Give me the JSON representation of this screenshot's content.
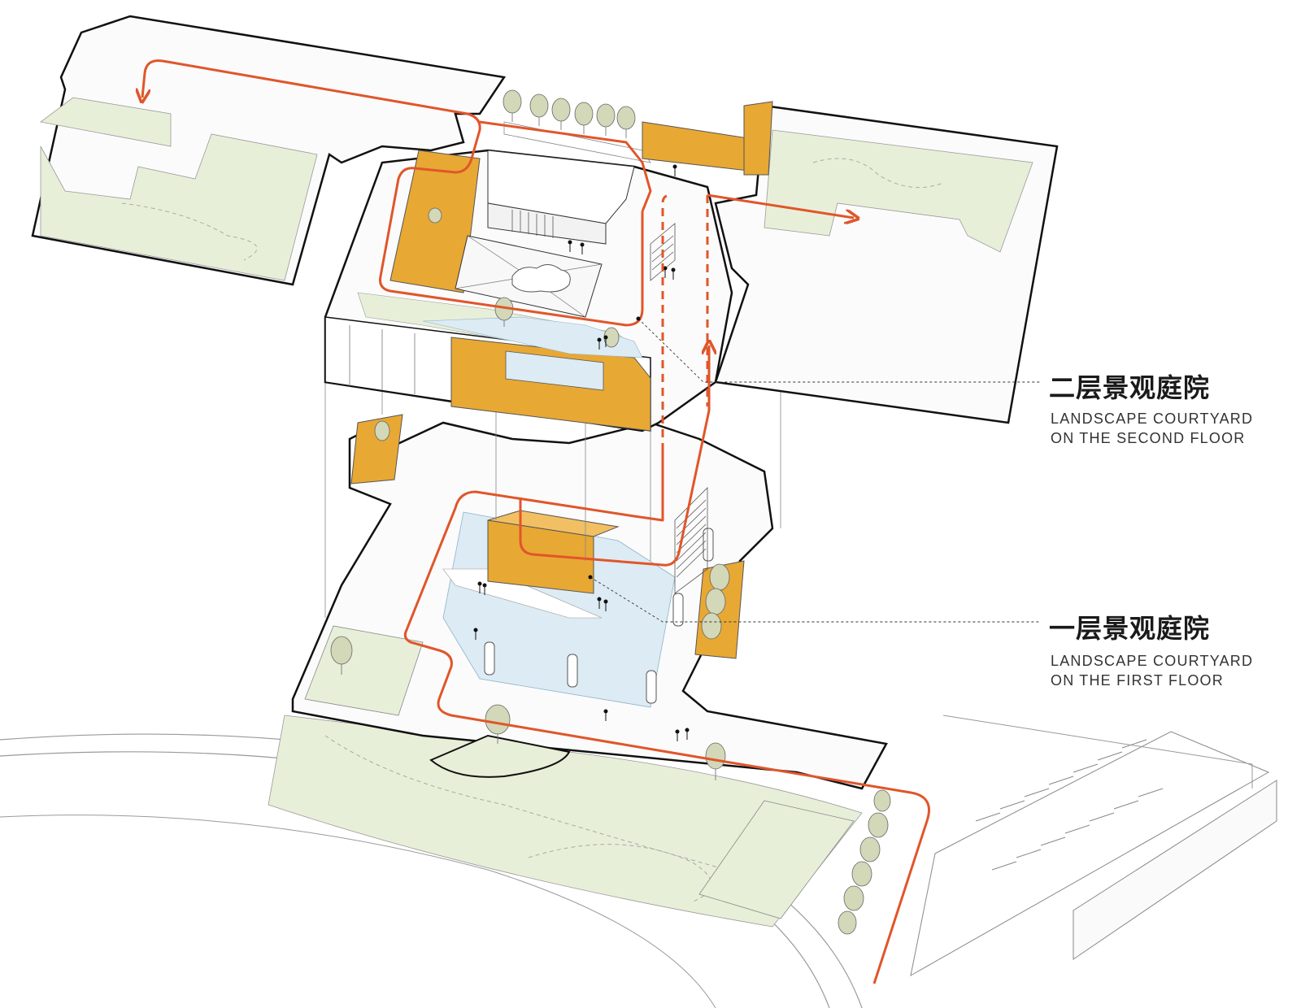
{
  "labels": {
    "second_floor": {
      "title_cn": "二层景观庭院",
      "line1": "LANDSCAPE COURTYARD",
      "line2": "ON THE SECOND FLOOR"
    },
    "first_floor": {
      "title_cn": "一层景观庭院",
      "line1": "LANDSCAPE COURTYARD",
      "line2": "ON THE FIRST FLOOR"
    }
  },
  "colors": {
    "path_orange": "#e0562a",
    "block_orange": "#e8a834",
    "lawn_green": "#e8efd9",
    "water_blue": "#dcebf4",
    "wall_line": "#111111",
    "thin_line": "#888888"
  },
  "icons": [
    "tree-icon",
    "person-icon",
    "arrow-icon",
    "cloud-sculpture-icon"
  ]
}
